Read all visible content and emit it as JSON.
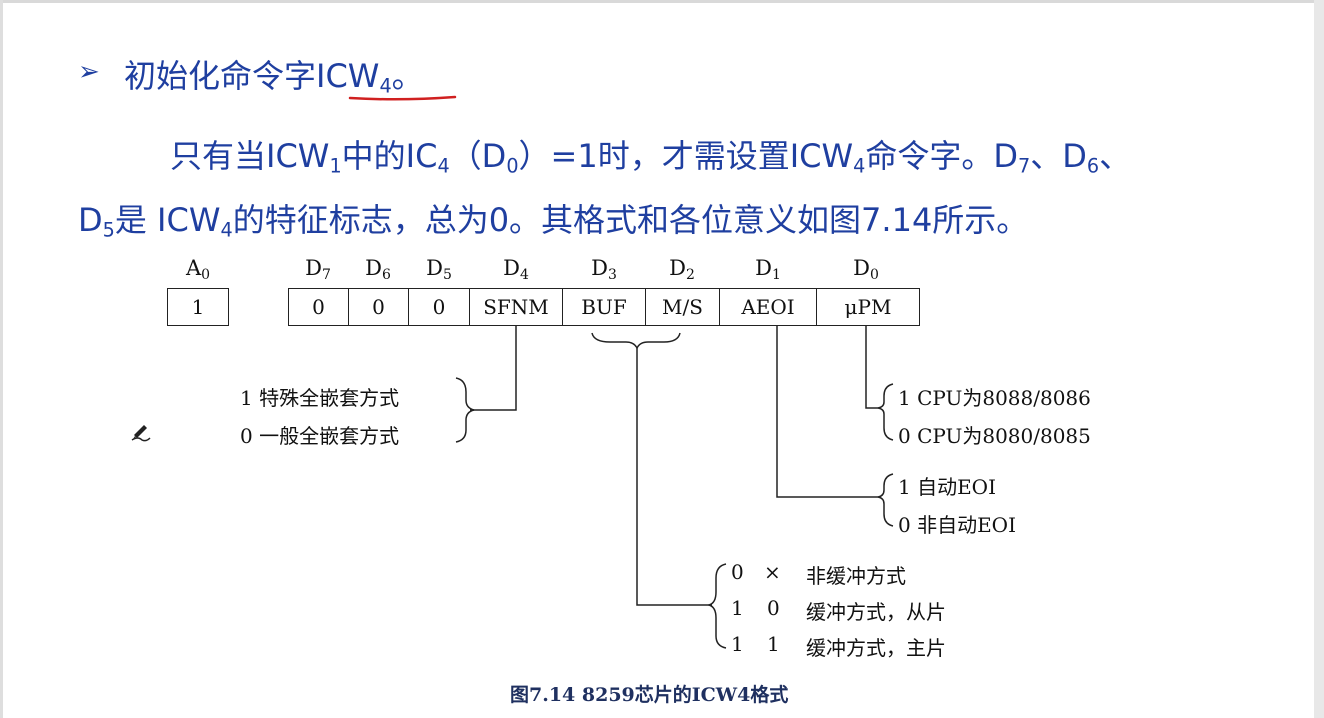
{
  "heading": {
    "bullet": "➢",
    "text": "初始化命令字ICW",
    "sub": "4",
    "end": "。"
  },
  "para1": {
    "t1": "只有当ICW",
    "s1": "1",
    "t2": "中的IC",
    "s2": "4",
    "t3": "（D",
    "s3": "0",
    "t4": "）=1时，才需设置ICW",
    "s4": "4",
    "t5": "命令字。D",
    "s5": "7",
    "t6": "、D",
    "s6": "6",
    "t7": "、"
  },
  "para2": {
    "t1": "D",
    "s1": "5",
    "t2": "是 ICW",
    "s2": "4",
    "t3": "的特征标志，总为0。其格式和各位意义如图7.14所示。"
  },
  "diagram": {
    "a0_label": "A",
    "a0_sub": "0",
    "a0_value": "1",
    "bits": [
      {
        "label": "D",
        "sub": "7",
        "value": "0"
      },
      {
        "label": "D",
        "sub": "6",
        "value": "0"
      },
      {
        "label": "D",
        "sub": "5",
        "value": "0"
      },
      {
        "label": "D",
        "sub": "4",
        "value": "SFNM"
      },
      {
        "label": "D",
        "sub": "3",
        "value": "BUF"
      },
      {
        "label": "D",
        "sub": "2",
        "value": "M/S"
      },
      {
        "label": "D",
        "sub": "1",
        "value": "AEOI"
      },
      {
        "label": "D",
        "sub": "0",
        "value": "μPM"
      }
    ],
    "sfnm_options": [
      "1  特殊全嵌套方式",
      "0  一般全嵌套方式"
    ],
    "upm_options": [
      "1  CPU为8088/8086",
      "0  CPU为8080/8085"
    ],
    "aeoi_options": [
      "1  自动EOI",
      "0  非自动EOI"
    ],
    "buf_options": [
      {
        "a": "0",
        "b": "×",
        "text": "非缓冲方式"
      },
      {
        "a": "1",
        "b": "0",
        "text": "缓冲方式，从片"
      },
      {
        "a": "1",
        "b": "1",
        "text": "缓冲方式，主片"
      }
    ]
  },
  "caption": "图7.14   8259芯片的ICW4格式",
  "colors": {
    "text_blue": "#1f3fa0",
    "underline_red": "#d02020"
  },
  "icons": {
    "pen": "pen-icon"
  }
}
